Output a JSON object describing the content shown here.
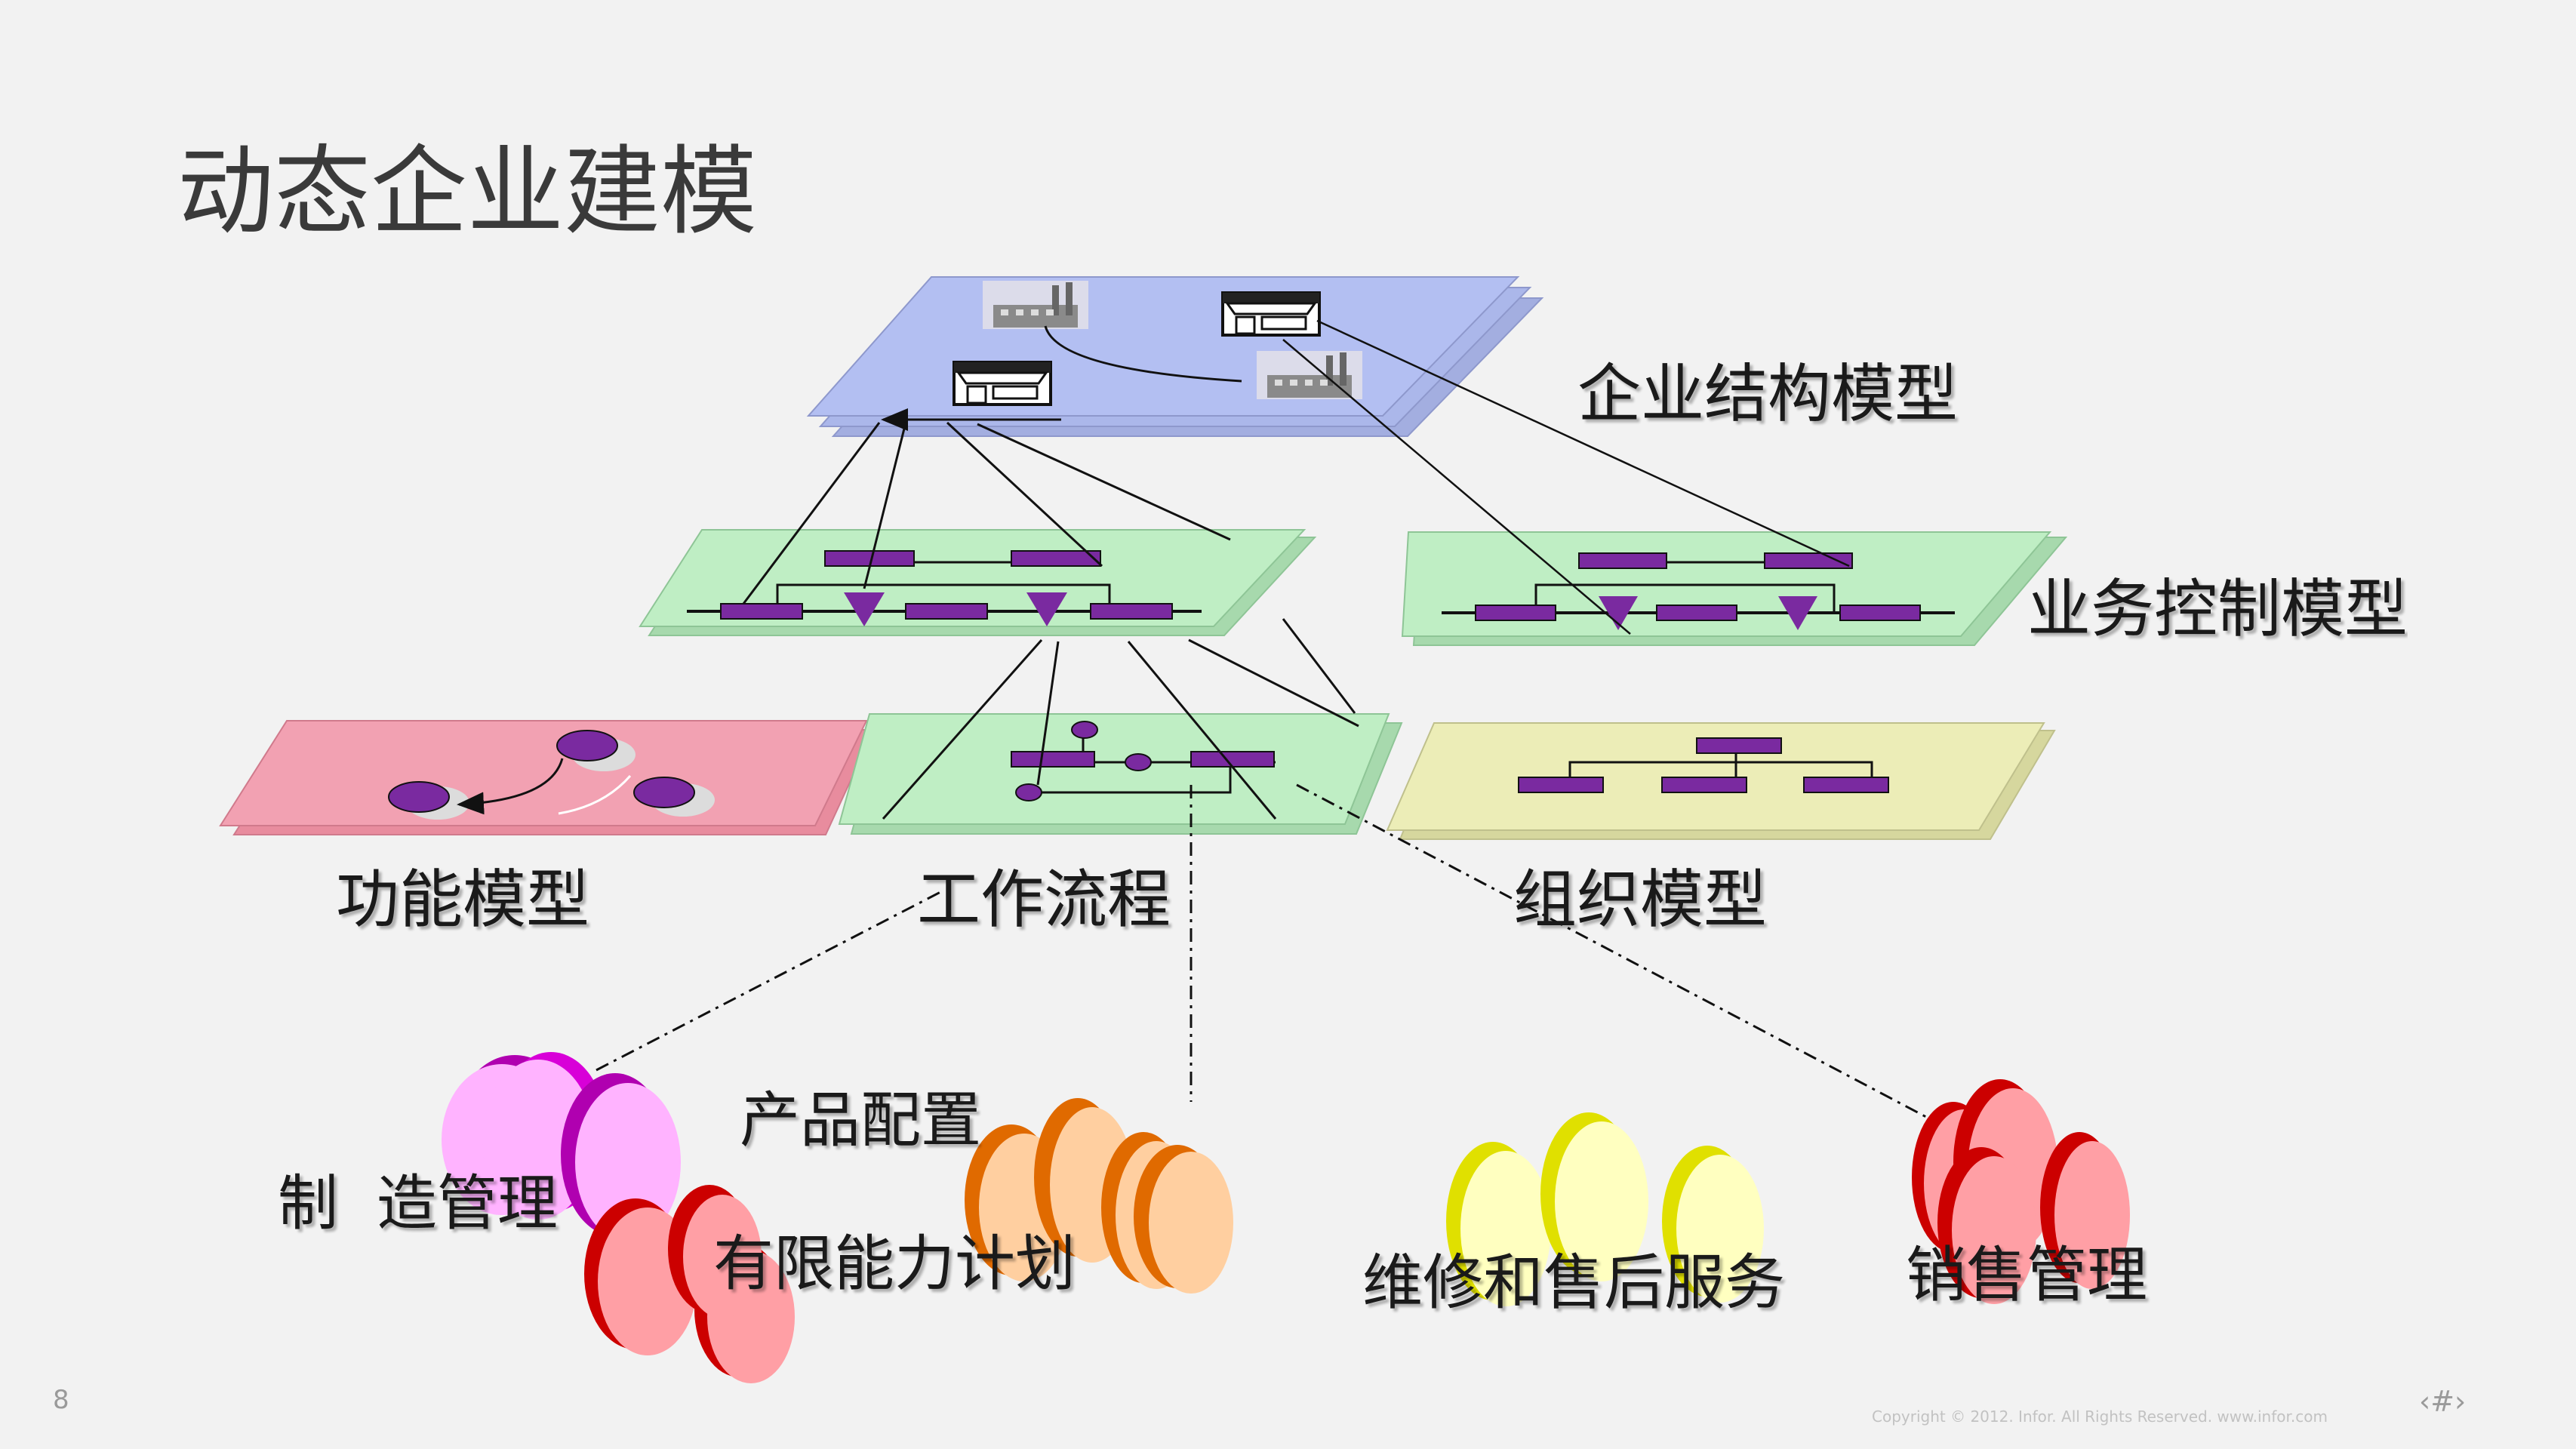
{
  "slide": {
    "title": "动态企业建模",
    "page_number": "8",
    "copyright": "Copyright © 2012. Infor. All Rights Reserved. www.infor.com",
    "page_marker": "‹#›"
  },
  "layers": {
    "enterprise_structure": "企业结构模型",
    "business_control": "业务控制模型",
    "function": "功能模型",
    "workflow": "工作流程",
    "organization": "组织模型"
  },
  "clouds": {
    "manufacturing": "制  造管理",
    "product_config": "产品配置",
    "capacity_planning": "有限能力计划",
    "service": "维修和售后服务",
    "sales": "销售管理"
  },
  "colors": {
    "blue_layer": "#b3bff2",
    "green_layer": "#bfeec4",
    "pink_layer": "#f2a1b2",
    "yellow_layer": "#ecedb7",
    "purple_node": "#7a2aa0",
    "magenta_cloud": "#ffb3ff",
    "orange_cloud": "#ffcfa0",
    "yellow_cloud": "#ffffc0",
    "red_cloud": "#ff9fa5"
  }
}
